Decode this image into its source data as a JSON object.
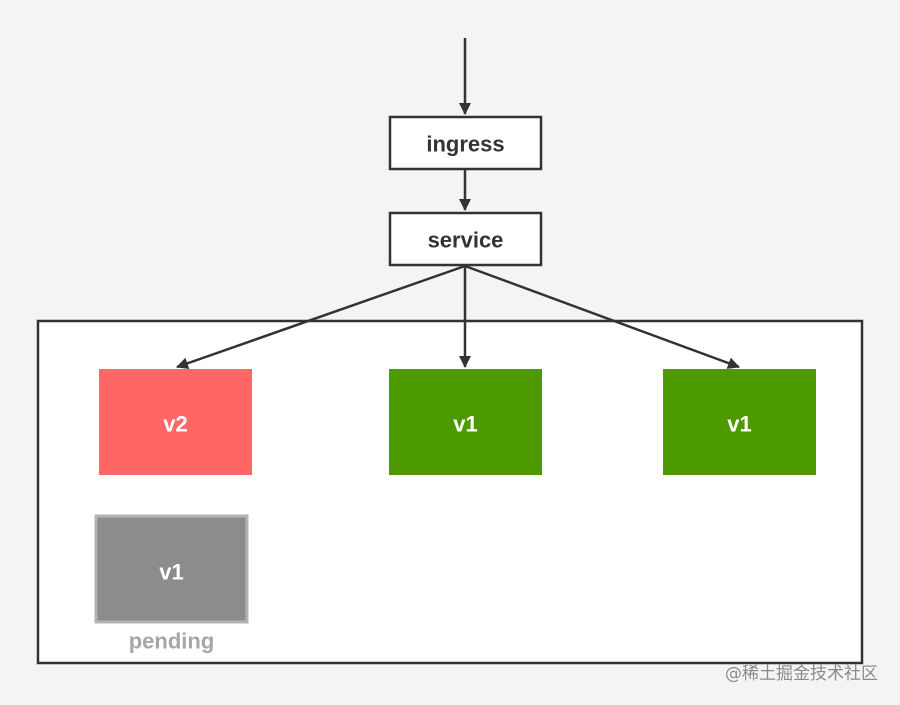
{
  "nodes": {
    "ingress": {
      "label": "ingress"
    },
    "service": {
      "label": "service"
    }
  },
  "pods": [
    {
      "label": "v2",
      "color": "#ff6666",
      "state": "running"
    },
    {
      "label": "v1",
      "color": "#4d9900",
      "state": "running"
    },
    {
      "label": "v1",
      "color": "#4d9900",
      "state": "running"
    },
    {
      "label": "v1",
      "color": "#8c8c8c",
      "state": "pending",
      "status_label": "pending",
      "status_color": "#a6a6a6"
    }
  ],
  "colors": {
    "line": "#333333",
    "box_border": "#333333",
    "box_fill": "#ffffff",
    "pod_text": "#ffffff",
    "background": "#f4f4f4",
    "watermark": "#8a8a8a"
  },
  "watermark": "@稀土掘金技术社区"
}
